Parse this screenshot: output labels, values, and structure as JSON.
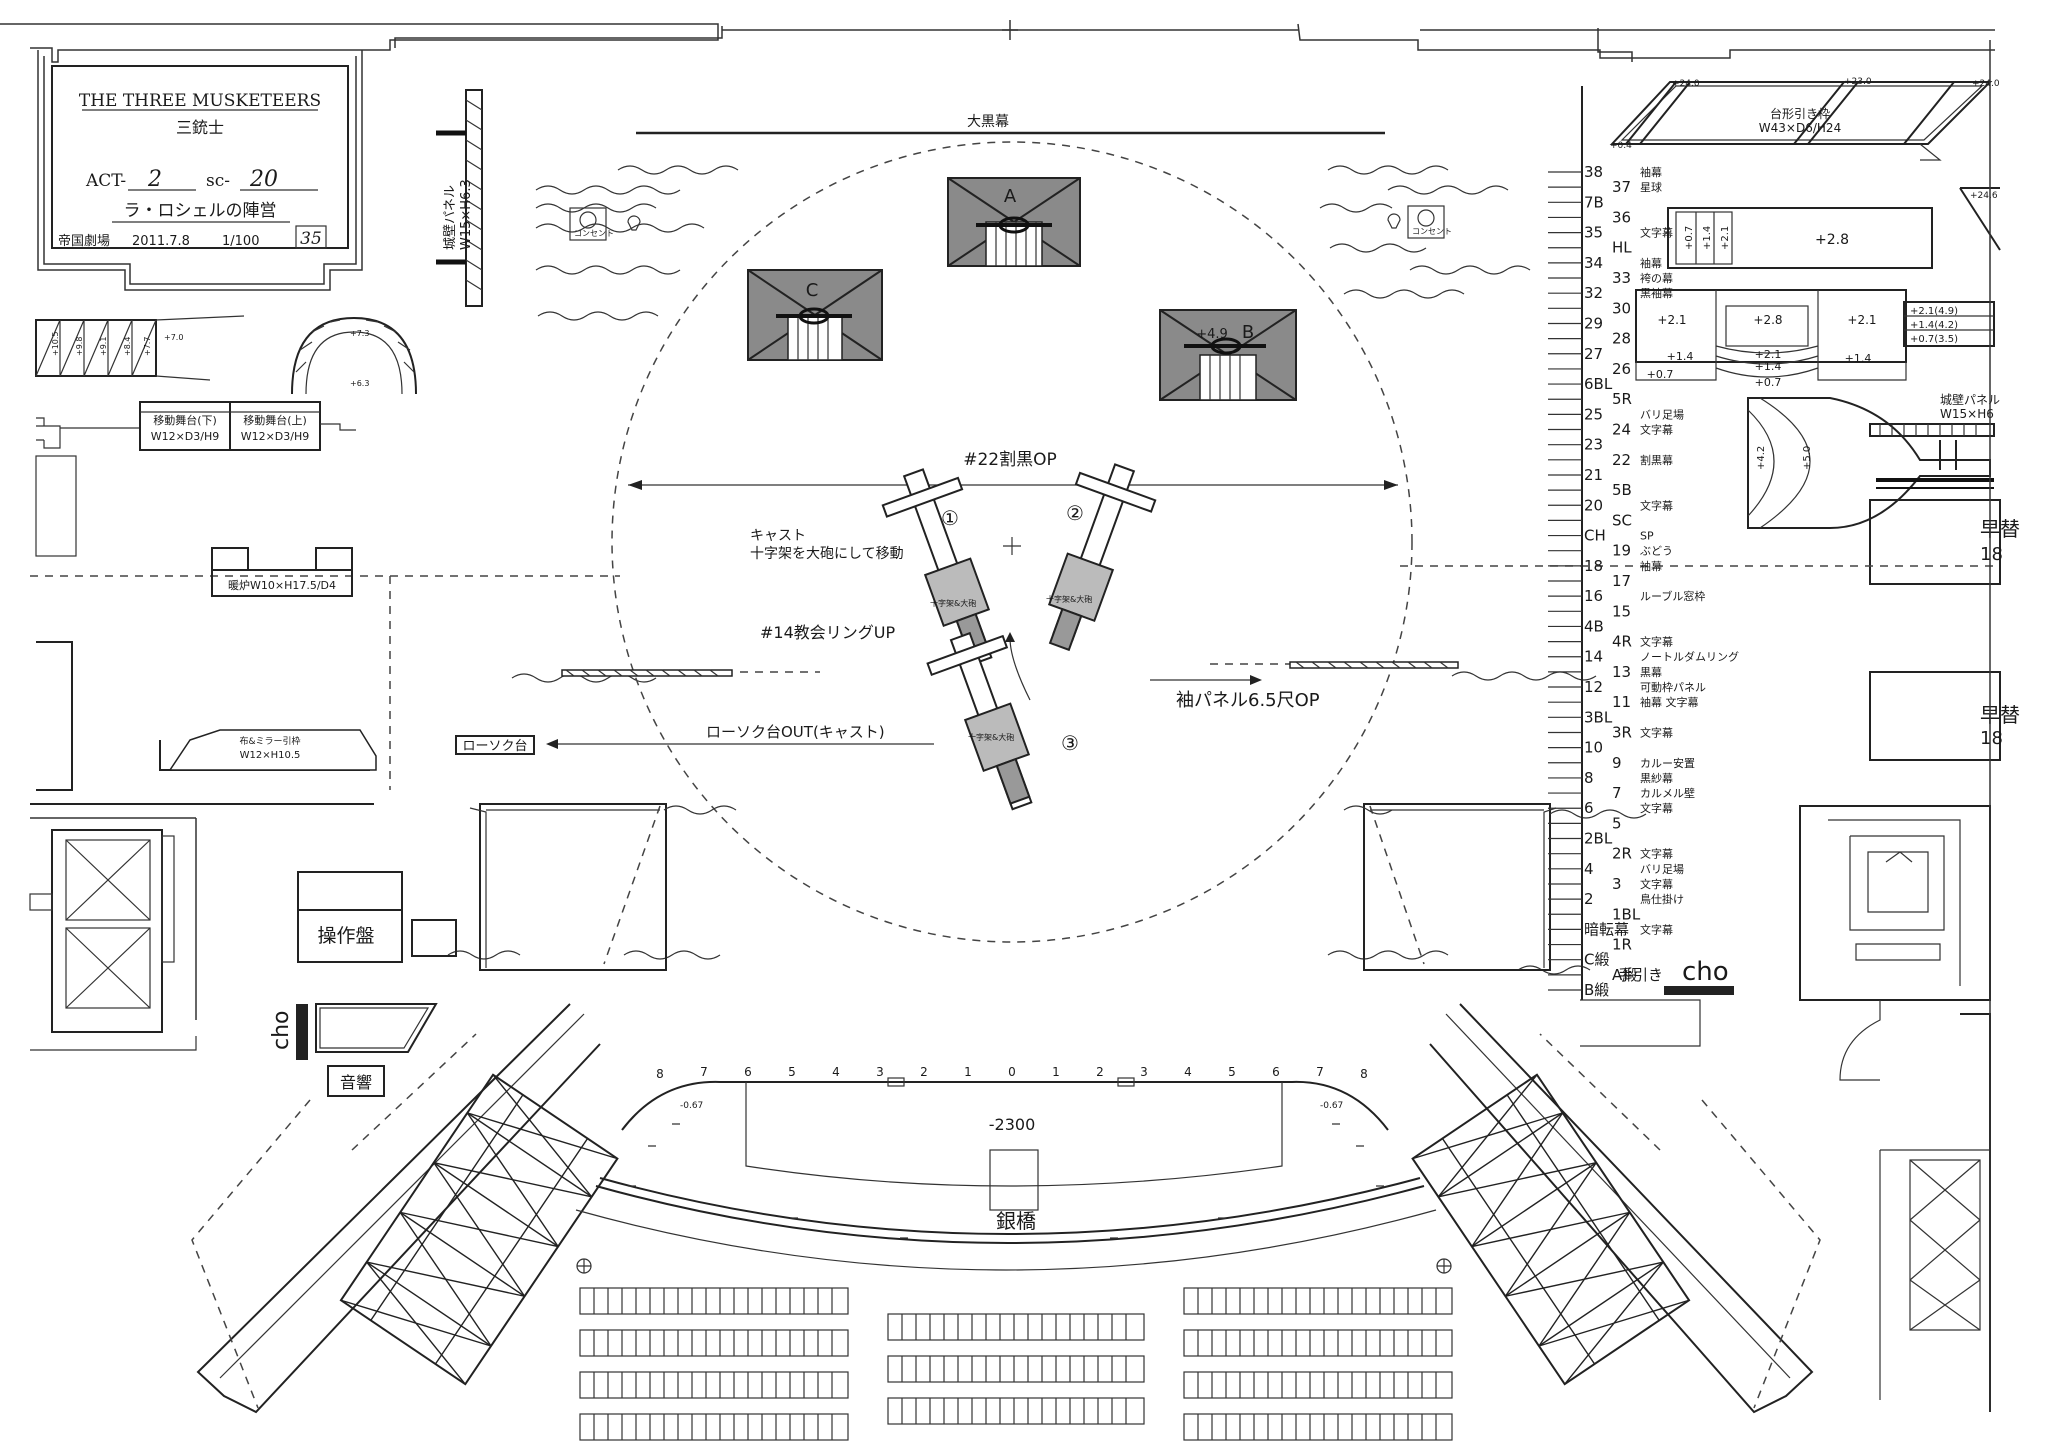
{
  "title_block": {
    "production_en": "THE THREE MUSKETEERS",
    "production_ja": "三銃士",
    "act_label": "ACT-",
    "act_no": "2",
    "scene_label": "sc-",
    "scene_no": "20",
    "scene_name": "ラ・ロシェルの陣営",
    "venue": "帝国劇場",
    "date": "2011.7.8",
    "scale": "1/100",
    "sheet_no": "35"
  },
  "scenery": {
    "black_drop": "大黒幕",
    "castle_panel_left": "城壁パネル",
    "castle_panel_left_size": "W15×H6.3",
    "castle_panel_right": "城壁パネル",
    "castle_panel_right_size": "W15×H6",
    "trapezoid_frame": "台形引き枠",
    "trapezoid_frame_size": "W43×D6/H24",
    "wagon_lower": "移動舞台(下)",
    "wagon_lower_size": "W12×D3/H9",
    "wagon_upper": "移動舞台(上)",
    "wagon_upper_size": "W12×D3/H9",
    "fireplace": "暖炉W10×H17.5/D4",
    "mirror_frame": "布&ミラー引枠",
    "mirror_frame_size": "W12×H10.5",
    "candle_stand": "ローソク台",
    "console": "操作盤",
    "sound": "音響",
    "bridge": "銀橋",
    "pit_depth": "-2300",
    "concert_left": "コンセント",
    "concert_right": "コンセント",
    "quick_change_1": "早替",
    "quick_change_1_no": "18",
    "quick_change_2": "早替",
    "quick_change_2_no": "18",
    "cho_left": "cho",
    "cho_right": "cho",
    "hand_pull": "手引き",
    "cross_label": "十字架&大砲"
  },
  "platforms": {
    "A": "A",
    "B": "B",
    "B_height": "+4.9",
    "C": "C"
  },
  "cues": {
    "drop22": "#22割黒OP",
    "ring14": "#14教会リングUP",
    "cast_note_1": "キャスト",
    "cast_note_2": "十字架を大砲にして移動",
    "candle_out": "ローソク台OUT(キャスト)",
    "sleeve_panel": "袖パネル6.5尺OP",
    "num1": "①",
    "num2": "②",
    "num3": "③"
  },
  "levels": {
    "l_0_4": "+0.4",
    "l_24_0": "+24.0",
    "l_23_0": "+23.0",
    "l_24_0b": "+24.0",
    "l_24_6": "+24.6",
    "stair_0_7": "+0.7",
    "stair_1_4": "+1.4",
    "stair_2_1": "+2.1",
    "l_2_8": "+2.8",
    "l_2_1a": "+2.1",
    "l_2_8b": "+2.8",
    "l_2_1b": "+2.1",
    "l_1_4a": "+1.4",
    "l_2_1c": "+2.1",
    "l_1_4b": "+1.4",
    "l_1_4c": "+1.4",
    "l_0_7a": "+0.7",
    "l_0_7b": "+0.7",
    "r_2_1": "+2.1(4.9)",
    "r_1_4": "+1.4(4.2)",
    "r_0_7": "+0.7(3.5)",
    "l_4_2": "+4.2",
    "l_5_0": "+5.0",
    "ls_10_5": "+10.5",
    "ls_9_8": "+9.8",
    "ls_9_1": "+9.1",
    "ls_8_4": "+8.4",
    "ls_7_7": "+7.7",
    "ls_7_0": "+7.0",
    "arch_7_3": "+7.3",
    "arch_6_3": "+6.3",
    "pit_left": "-0.67",
    "pit_right": "-0.67"
  },
  "stage_numbers": [
    "8",
    "7",
    "6",
    "5",
    "4",
    "3",
    "2",
    "1",
    "0",
    "1",
    "2",
    "3",
    "4",
    "5",
    "6",
    "7",
    "8"
  ],
  "fly_lines": [
    {
      "no": "38",
      "name": "袖幕"
    },
    {
      "no": "37",
      "name": "星球"
    },
    {
      "no": "7B",
      "name": ""
    },
    {
      "no": "36",
      "name": ""
    },
    {
      "no": "35",
      "name": "文字幕"
    },
    {
      "no": "HL",
      "name": ""
    },
    {
      "no": "34",
      "name": "袖幕"
    },
    {
      "no": "33",
      "name": "袴の幕"
    },
    {
      "no": "32",
      "name": "黒袖幕"
    },
    {
      "no": "30",
      "name": ""
    },
    {
      "no": "29",
      "name": ""
    },
    {
      "no": "28",
      "name": ""
    },
    {
      "no": "27",
      "name": ""
    },
    {
      "no": "26",
      "name": ""
    },
    {
      "no": "6BL",
      "name": ""
    },
    {
      "no": "5R",
      "name": ""
    },
    {
      "no": "25",
      "name": "バリ足場"
    },
    {
      "no": "24",
      "name": "文字幕"
    },
    {
      "no": "23",
      "name": ""
    },
    {
      "no": "22",
      "name": "割黒幕"
    },
    {
      "no": "21",
      "name": ""
    },
    {
      "no": "5B",
      "name": ""
    },
    {
      "no": "20",
      "name": "文字幕"
    },
    {
      "no": "SC",
      "name": ""
    },
    {
      "no": "CH",
      "name": "SP"
    },
    {
      "no": "19",
      "name": "ぶどう"
    },
    {
      "no": "18",
      "name": "袖幕"
    },
    {
      "no": "17",
      "name": ""
    },
    {
      "no": "16",
      "name": "ルーブル窓枠"
    },
    {
      "no": "15",
      "name": ""
    },
    {
      "no": "4B",
      "name": ""
    },
    {
      "no": "4R",
      "name": "文字幕"
    },
    {
      "no": "14",
      "name": "ノートルダムリング"
    },
    {
      "no": "13",
      "name": "黒幕"
    },
    {
      "no": "12",
      "name": "可動枠パネル"
    },
    {
      "no": "11",
      "name": "袖幕 文字幕"
    },
    {
      "no": "3BL",
      "name": ""
    },
    {
      "no": "3R",
      "name": "文字幕"
    },
    {
      "no": "10",
      "name": ""
    },
    {
      "no": "9",
      "name": "カルー安置"
    },
    {
      "no": "8",
      "name": "黒紗幕"
    },
    {
      "no": "7",
      "name": "カルメル壁"
    },
    {
      "no": "6",
      "name": "文字幕"
    },
    {
      "no": "5",
      "name": ""
    },
    {
      "no": "2BL",
      "name": ""
    },
    {
      "no": "2R",
      "name": "文字幕"
    },
    {
      "no": "4",
      "name": "バリ足場"
    },
    {
      "no": "3",
      "name": "文字幕"
    },
    {
      "no": "2",
      "name": "鳥仕掛け"
    },
    {
      "no": "1BL",
      "name": ""
    },
    {
      "no": "暗転幕",
      "name": "文字幕"
    },
    {
      "no": "1R",
      "name": ""
    },
    {
      "no": "C緞",
      "name": ""
    },
    {
      "no": "A緞",
      "name": ""
    },
    {
      "no": "B緞",
      "name": ""
    }
  ]
}
